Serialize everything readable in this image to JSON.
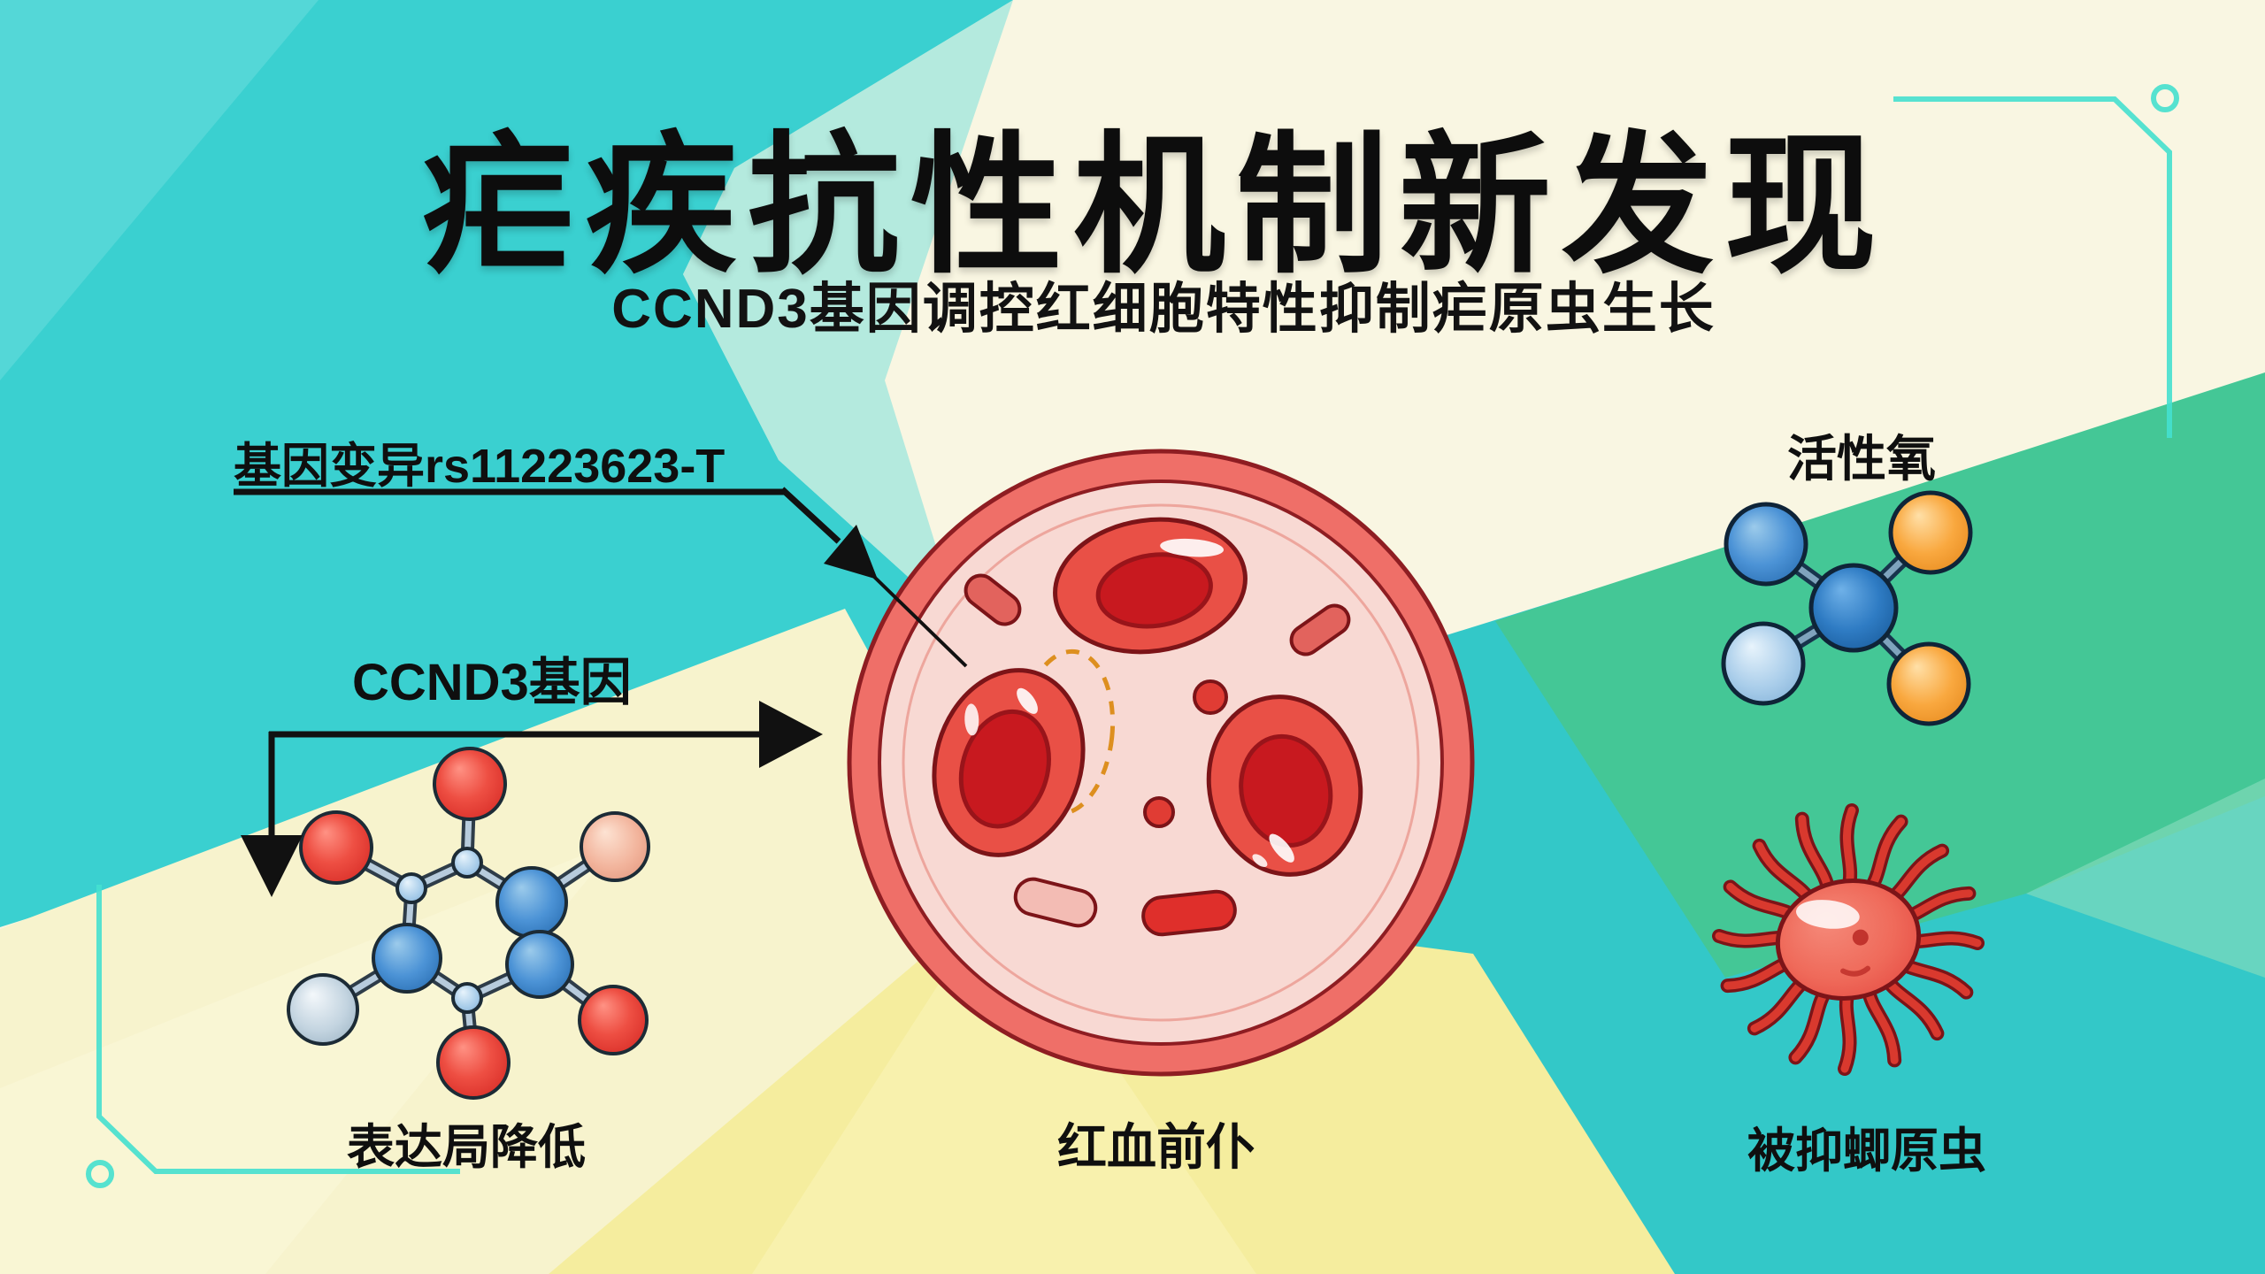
{
  "header": {
    "title": "疟疾抗性机制新发现",
    "subtitle": "CCND3基因调控红细胞特性抑制疟原虫生长"
  },
  "callouts": {
    "gene_variant": {
      "label": "基因变异rs11223623-T"
    },
    "ccnd3": {
      "label": "CCND3基因"
    },
    "expression": {
      "label": "表达局降低"
    },
    "erythrocyte": {
      "label": "红血前仆"
    },
    "reactive_oxygen": {
      "label": "活性氧"
    },
    "parasite": {
      "label": "被抑蝍原虫"
    }
  },
  "illustrations": {
    "center": "erythrocyte-cell-illustration",
    "left": "ccnd3-molecule-illustration",
    "top_right": "reactive-oxygen-molecule-illustration",
    "bottom_right": "parasite-illustration"
  },
  "colors": {
    "teal": "#3ad0d0",
    "teal_deep": "#33c8c8",
    "cream": "#f9f6e2",
    "green_band": "#44c796",
    "yellow_fan": "#f5ed9e",
    "pale_yellow": "#f7f3cd",
    "cell_border": "#8e1d22",
    "cell_ring": "#ef6f68",
    "cell_fill": "#f8d9d3",
    "rbc_red": "#e8443c",
    "dash_orange": "#dd8f1f",
    "arrow_black": "#111111",
    "circuit_cyan": "#45e0cf"
  }
}
